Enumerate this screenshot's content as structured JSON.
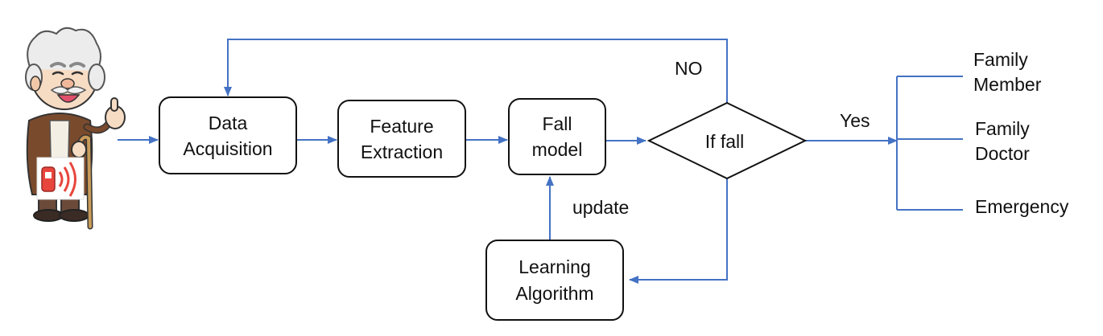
{
  "nodes": {
    "data_acquisition": [
      "Data",
      "Acquisition"
    ],
    "feature_extraction": [
      "Feature",
      "Extraction"
    ],
    "fall_model": [
      "Fall",
      "model"
    ],
    "if_fall": "If fall",
    "learning_algorithm": [
      "Learning",
      "Algorithm"
    ]
  },
  "edge_labels": {
    "no": "NO",
    "yes": "Yes",
    "update": "update"
  },
  "outputs": {
    "family_member": [
      "Family",
      "Member"
    ],
    "family_doctor": [
      "Family",
      "Doctor"
    ],
    "emergency": "Emergency"
  },
  "colors": {
    "arrow": "#4472C4",
    "box_stroke": "#111111",
    "alarm_red": "#E8453C"
  },
  "icons": {
    "person": "elderly-man-icon",
    "device": "wearable-sensor-icon"
  }
}
